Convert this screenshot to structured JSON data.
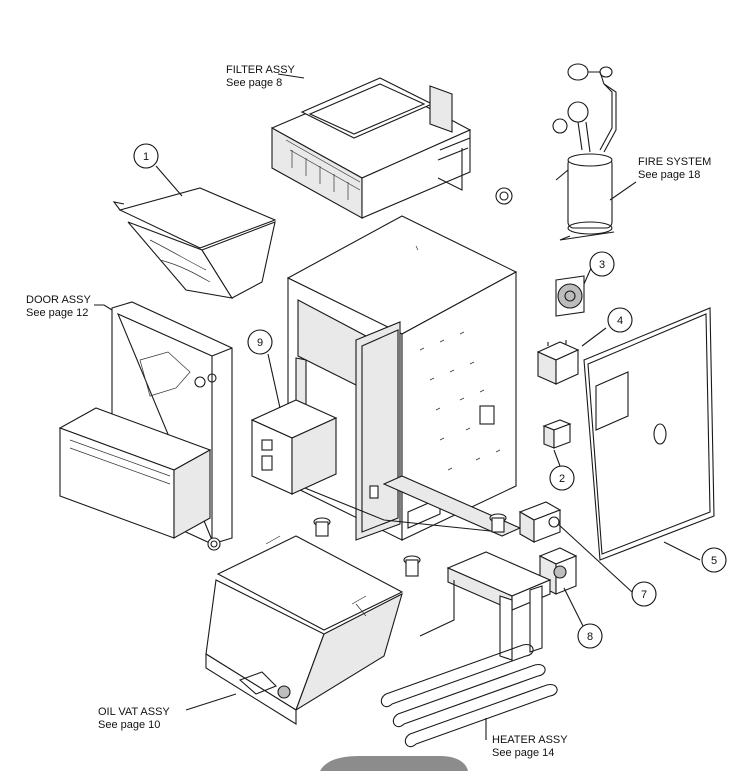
{
  "labels": {
    "filter": {
      "title": "FILTER ASSY",
      "page": "See page 8"
    },
    "fire": {
      "title": "FIRE SYSTEM",
      "page": "See page 18"
    },
    "door": {
      "title": "DOOR ASSY",
      "page": "See page 12"
    },
    "oilvat": {
      "title": "OIL VAT ASSY",
      "page": "See page 10"
    },
    "heater": {
      "title": "HEATER ASSY",
      "page": "See page 14"
    }
  },
  "callouts": [
    "1",
    "2",
    "3",
    "4",
    "5",
    "7",
    "8",
    "9"
  ]
}
